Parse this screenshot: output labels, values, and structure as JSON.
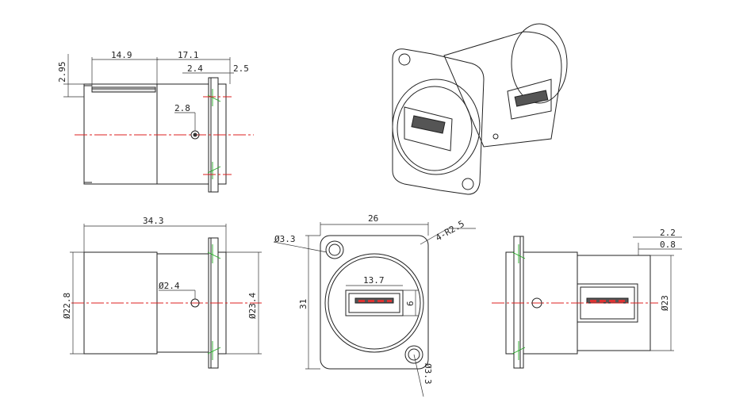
{
  "colors": {
    "line": "#222222",
    "centerline": "#dd2222",
    "marker": "#22aa22",
    "body_fill": "#e7e7e7",
    "background": "#ffffff"
  },
  "views": {
    "top_left": {
      "dims": {
        "d_14_9": "14.9",
        "d_17_1": "17.1",
        "d_2_95": "2.95",
        "d_2_4": "2.4",
        "d_2_5": "2.5",
        "d_2_8": "2.8"
      }
    },
    "bottom_left": {
      "dims": {
        "d_34_3": "34.3",
        "d_22_8": "Ø22.8",
        "d_23_4": "Ø23.4",
        "d_phi_2_4": "Ø2.4"
      }
    },
    "front": {
      "dims": {
        "d_26": "26",
        "d_31": "31",
        "d_phi_3_3_top": "Ø3.3",
        "d_radius": "4-R2.5",
        "d_13_7": "13.7",
        "d_6": "6",
        "d_phi_3_3_bottom": "Ø3.3"
      }
    },
    "right": {
      "dims": {
        "d_2_2": "2.2",
        "d_0_8": "0.8",
        "d_23": "Ø23"
      }
    },
    "isometric": {
      "icon": "usb-connector-3d-icon"
    }
  }
}
